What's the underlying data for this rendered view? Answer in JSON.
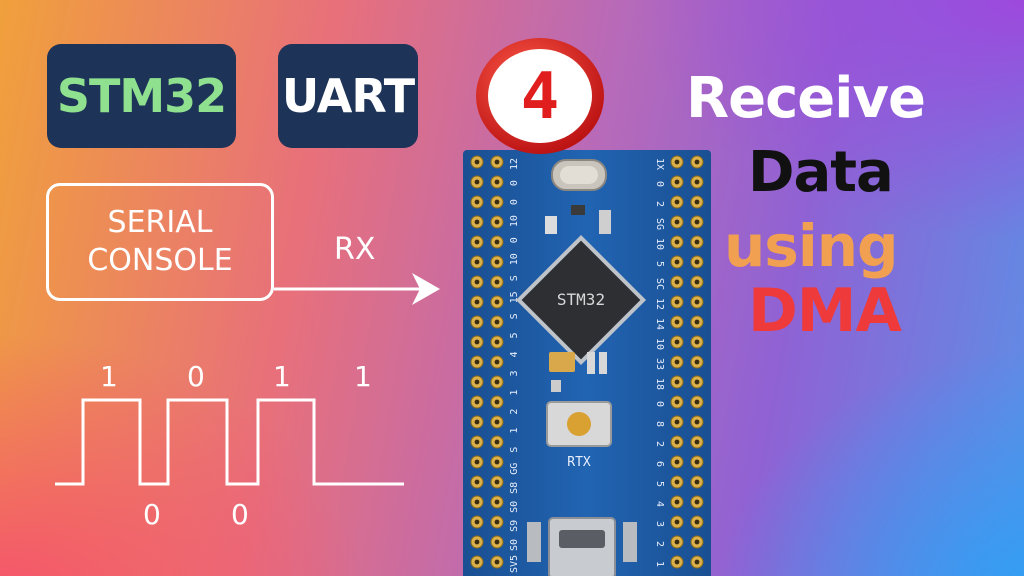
{
  "tags": {
    "stm32": "STM32",
    "uart": "UART"
  },
  "episode_badge": {
    "number": "4"
  },
  "console": {
    "line1": "SERIAL",
    "line2": "CONSOLE"
  },
  "signal": {
    "rx_label": "RX",
    "high_bits": [
      "1",
      "0",
      "1",
      "1"
    ],
    "low_bits": [
      "0",
      "0"
    ]
  },
  "headline": {
    "line1": "Receive",
    "line2": "Data",
    "line3": "using",
    "line4": "DMA"
  },
  "board": {
    "chip_label": "STM32",
    "button_label": "RTX",
    "left_pins": [
      "SV5",
      "S0",
      "S9",
      "S0",
      "S8",
      "GG",
      "S",
      "1",
      "2",
      "1",
      "3",
      "4",
      "5",
      "S",
      "15",
      "S",
      "10",
      "0",
      "10",
      "0",
      "0",
      "12"
    ],
    "right_pins": [
      "1",
      "2",
      "3",
      "4",
      "5",
      "6",
      "2",
      "8",
      "0",
      "18",
      "33",
      "10",
      "14",
      "12",
      "SC",
      "5",
      "10",
      "SG",
      "2",
      "0",
      "1X"
    ]
  },
  "colors": {
    "tag_bg": "#1e3358",
    "stm32_text": "#8fe08f",
    "board_pcb": "#1f5ea8",
    "badge_red": "#e01e1e",
    "headline_dma": "#ee3a3a",
    "headline_using": "#f0a050"
  }
}
